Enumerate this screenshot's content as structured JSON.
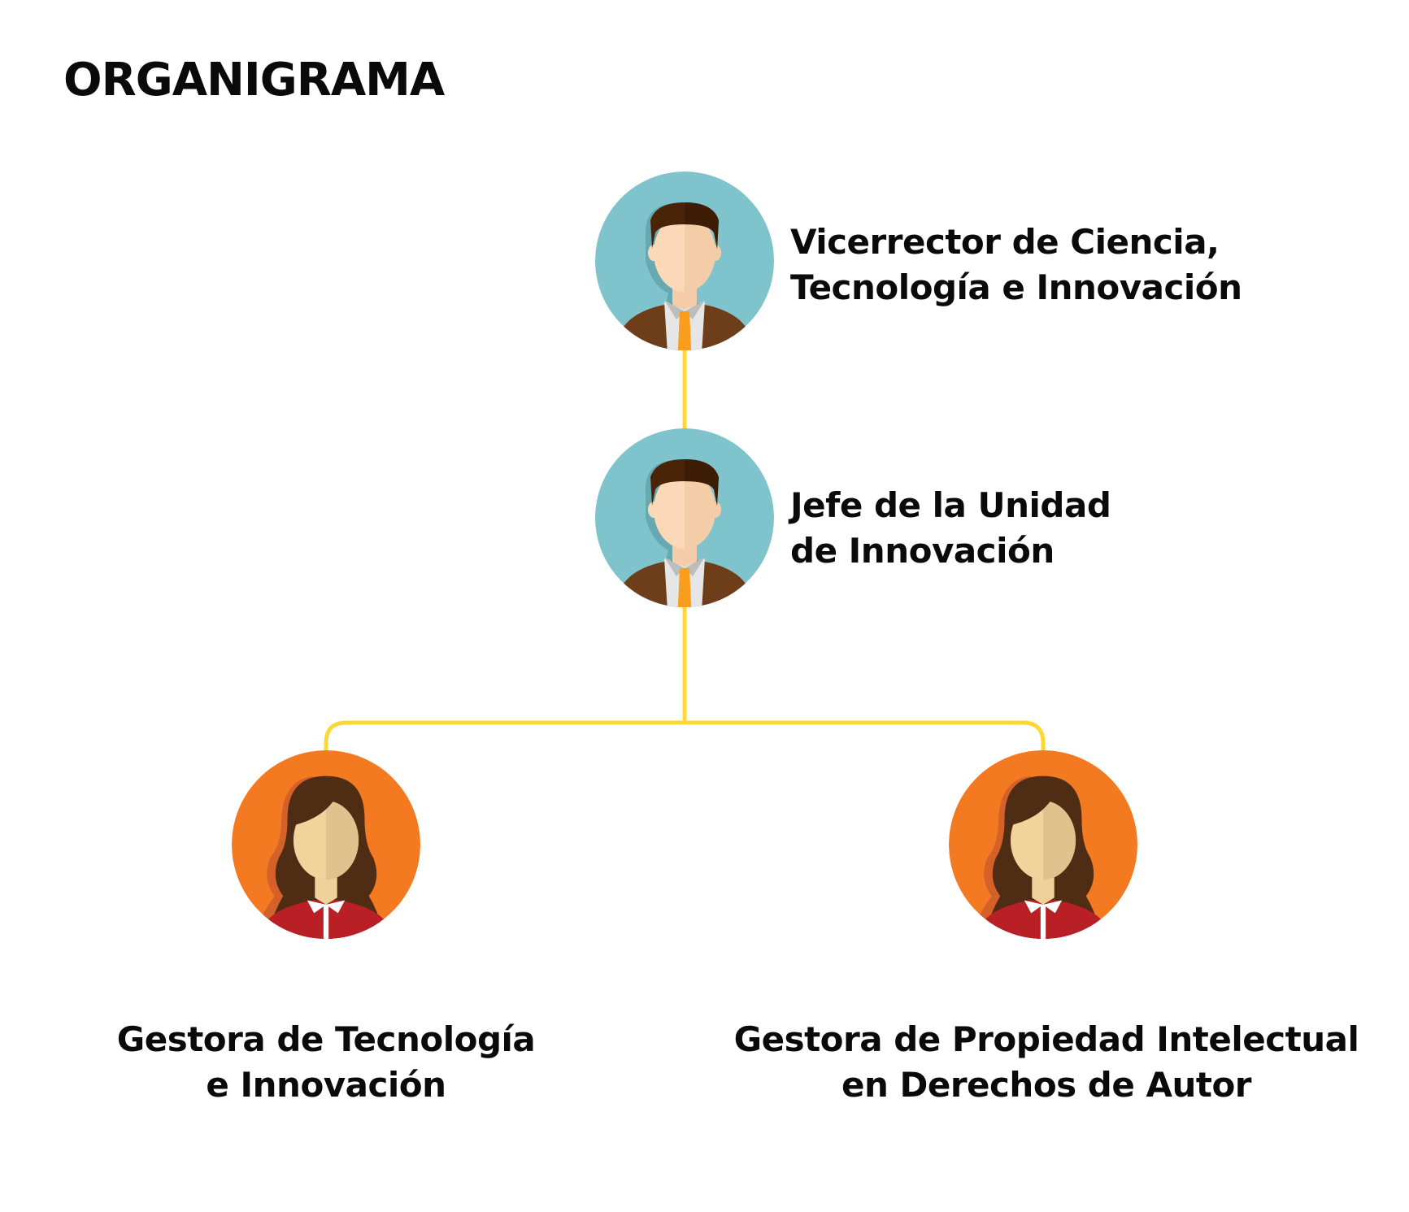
{
  "title": "ORGANIGRAMA",
  "colors": {
    "connector": "#fdd835",
    "male_bg": "#7fc3cc",
    "female_bg": "#f47a22"
  },
  "nodes": [
    {
      "lines": [
        "Vicerrector de Ciencia,",
        "Tecnología e Innovación"
      ],
      "icon": "male-avatar-icon"
    },
    {
      "lines": [
        "Jefe de la Unidad",
        "de Innovación"
      ],
      "icon": "male-avatar-icon"
    },
    {
      "lines": [
        "Gestora de Tecnología",
        "e Innovación"
      ],
      "icon": "female-avatar-icon"
    },
    {
      "lines": [
        "Gestora de Propiedad Intelectual",
        "en Derechos de Autor"
      ],
      "icon": "female-avatar-icon"
    }
  ]
}
